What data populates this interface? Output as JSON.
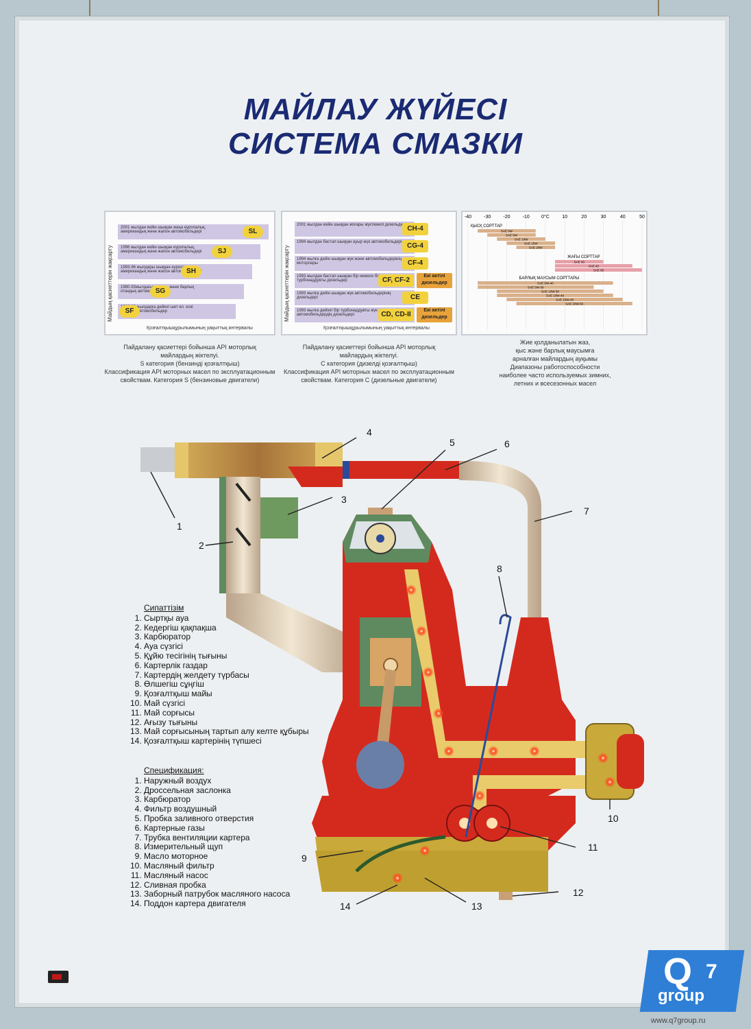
{
  "title": {
    "line1": "МАЙЛАУ ЖҮЙЕСІ",
    "line2": "СИСТЕМА СМАЗКИ"
  },
  "panel_s": {
    "side_label": "Майдың қасиеттерін жақсарту",
    "bottom_label": "Қозғалтқышқұрылымының уақыттық интервалы",
    "rows": [
      {
        "text": "2001 жылдан кейін шыққан жаңа еуропалық, американдық және жапон автомобильдері",
        "code": "SL"
      },
      {
        "text": "1996 жылдан кейін шыққан еуропалық, американдық және жапон автомобильдері",
        "code": "SJ"
      },
      {
        "text": "1993-96 жылдары шыққан еуропалық, американдық және жапон автомобильдері",
        "code": "SH"
      },
      {
        "text": "1980-93жылдағы шет ел. және барлық отандық автомобильдер",
        "code": "SG"
      },
      {
        "text": "1980-89 жылдарға дейінгі шет ел. ескі отандық автомобильдер",
        "code": "SF"
      }
    ],
    "caption": [
      "Пайдалану қасиеттері бойынша API моторлық",
      "майлардың жіктелуі.",
      "S категория (бензинді қозғалтқыш)",
      "Классификация API моторных масел по эксплуатационным",
      "свойствам. Категория S (бензиновые двигатели)"
    ]
  },
  "panel_c": {
    "side_label": "Майдың қасиеттерін жақсарту",
    "bottom_label": "Қозғалтқышқұрылымының уақыттық интервалы",
    "rows": [
      {
        "text": "2001 жылдан кейін шыққан жоғары жүктемелі дизельдер",
        "code": "CH-4"
      },
      {
        "text": "1994 жылдан бастап шыққан ауыр жүк автомобильдері",
        "code": "CG-4"
      },
      {
        "text": "1994 жылға дейін шыққан жүк және автомобильдерінің моторлары",
        "code": "CF-4"
      },
      {
        "text": "1993 жылдан бастап шыққан бір немесе бірнеше турбонаддувты дизельдер",
        "code": "CF, CF-2",
        "extra": "Екі актілі дизельдер"
      },
      {
        "text": "1993 жылға дейін шыққан жүк автомобильдерінің дизельдері",
        "code": "CE"
      },
      {
        "text": "1993 жылға дейінгі бір турбонаддувты жүк және жеңіл автомобильдердің дизельдері",
        "code": "CD, CD-II",
        "extra": "Екі актілі дизельдер"
      }
    ],
    "caption": [
      "Пайдалану қасиеттері бойынша API моторлық",
      "майлардың жіктелуі.",
      "С категория (дизелді қозғалтқыш)",
      "Классификация API моторных масел по эксплуатационным",
      "свойствам. Категория С (дизельные двигатели)"
    ]
  },
  "panel_sae": {
    "ticks": [
      "-40",
      "-30",
      "-20",
      "-10",
      "0°C",
      "10",
      "20",
      "30",
      "40",
      "50"
    ],
    "winter_title": "ҚЫСҚ СОРТТАР",
    "winter": [
      {
        "name": "SAE 0W",
        "from": -35,
        "to": -5
      },
      {
        "name": "SAE 5W",
        "from": -30,
        "to": -5
      },
      {
        "name": "SAE 10W",
        "from": -25,
        "to": 0
      },
      {
        "name": "SAE 15W",
        "from": -20,
        "to": 5
      },
      {
        "name": "SAE 20W",
        "from": -15,
        "to": 5
      }
    ],
    "summer_title": "ЖАҒЫ СОРТТАР",
    "summer": [
      {
        "name": "SAE 30",
        "from": 5,
        "to": 30
      },
      {
        "name": "SAE 40",
        "from": 5,
        "to": 45
      },
      {
        "name": "SAE 50",
        "from": 5,
        "to": 50
      }
    ],
    "all_title": "БАРЛЫҚ МАУСЫМ СОРТТАРЫ",
    "all_season": [
      {
        "name": "SAE 5W-40",
        "from": -35,
        "to": 35
      },
      {
        "name": "SAE 5W-30",
        "from": -35,
        "to": 25
      },
      {
        "name": "SAE 10W-30",
        "from": -25,
        "to": 30
      },
      {
        "name": "SAE 10W-40",
        "from": -25,
        "to": 35
      },
      {
        "name": "SAE 15W-40",
        "from": -20,
        "to": 40
      },
      {
        "name": "SAE 20W-50",
        "from": -15,
        "to": 45
      }
    ],
    "caption": [
      "Жие қолданылатын жаз,",
      "қыс және барлық маусымға",
      "арналған майлардың ауқымы",
      "Диапазоны работоспособности",
      "наиболее часто используемых зимних,",
      "летних и всесезонных масел"
    ]
  },
  "legend_kz": {
    "heading": "Сипаттізім",
    "items": [
      "Сыртқы ауа",
      "Кедергіш қақпақша",
      "Карбюратор",
      "Ауа сүзгісі",
      "Құйю тесігінің тығыны",
      "Картерлік газдар",
      "Картердің желдету түрбасы",
      "Өлшегіш сұңгіш",
      "Қозғалтқыш майы",
      "Май сүзгісі",
      "Май сорғысы",
      "Ағызу тығыны",
      "Май сорғысының тартып алу келте құбыры",
      "Қозғалтқыш картерінің түпшесі"
    ]
  },
  "legend_ru": {
    "heading": "Спецификация:",
    "items": [
      "Наружный воздух",
      "Дроссельная заслонка",
      "Карбюратор",
      "Фильтр воздушный",
      "Пробка заливного отверстия",
      "Картерные газы",
      "Трубка вентиляции картера",
      "Измерительный щуп",
      "Масло моторное",
      "Масляный фильтр",
      "Масляный насос",
      "Сливная пробка",
      "Заборный патрубок масляного насоса",
      "Поддон картера двигателя"
    ]
  },
  "callouts": [
    "1",
    "2",
    "3",
    "4",
    "5",
    "6",
    "7",
    "8",
    "9",
    "10",
    "11",
    "12",
    "13",
    "14"
  ],
  "logo": {
    "q": "Q",
    "seven": "7",
    "group": "group",
    "url": "www.q7group.ru"
  },
  "colors": {
    "title": "#1a2a73",
    "oil_red": "#d42a1e",
    "oil_yellow": "#c9a93a",
    "led": "#ff3b1f",
    "engine_green": "#5f8a5f"
  }
}
